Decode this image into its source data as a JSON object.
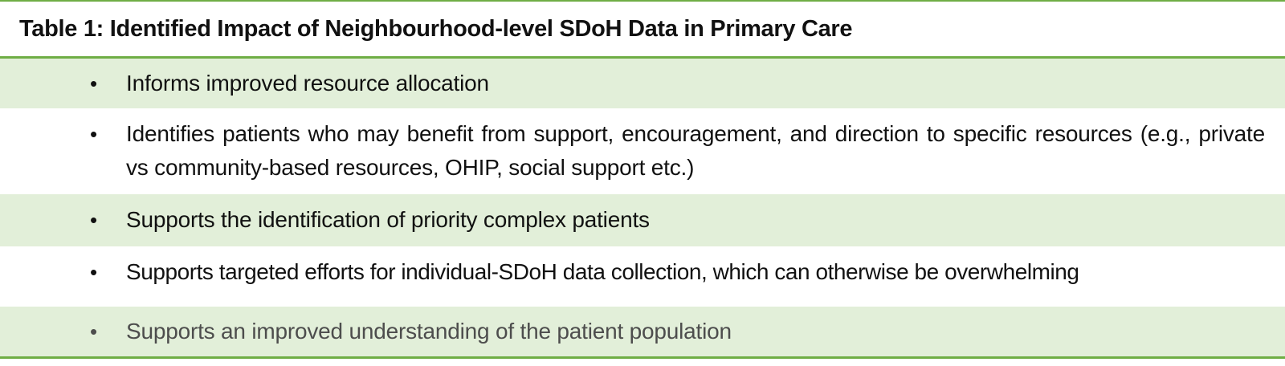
{
  "table": {
    "title": "Table 1: Identified Impact of Neighbourhood-level SDoH Data in Primary Care",
    "bullet_glyph": "•",
    "rule_color": "#6fae45",
    "shade_color": "#e2efd9",
    "items": [
      {
        "text": "Informs improved resource allocation"
      },
      {
        "text": "Identifies patients who may benefit from support, encouragement, and direction to specific resources (e.g., private vs community-based resources, OHIP, social support etc.)"
      },
      {
        "text": "Supports the identification of priority complex patients"
      },
      {
        "text": "Supports targeted efforts for individual-SDoH data collection, which can otherwise be overwhelming"
      },
      {
        "text": "Supports an improved understanding of the patient population"
      }
    ]
  }
}
